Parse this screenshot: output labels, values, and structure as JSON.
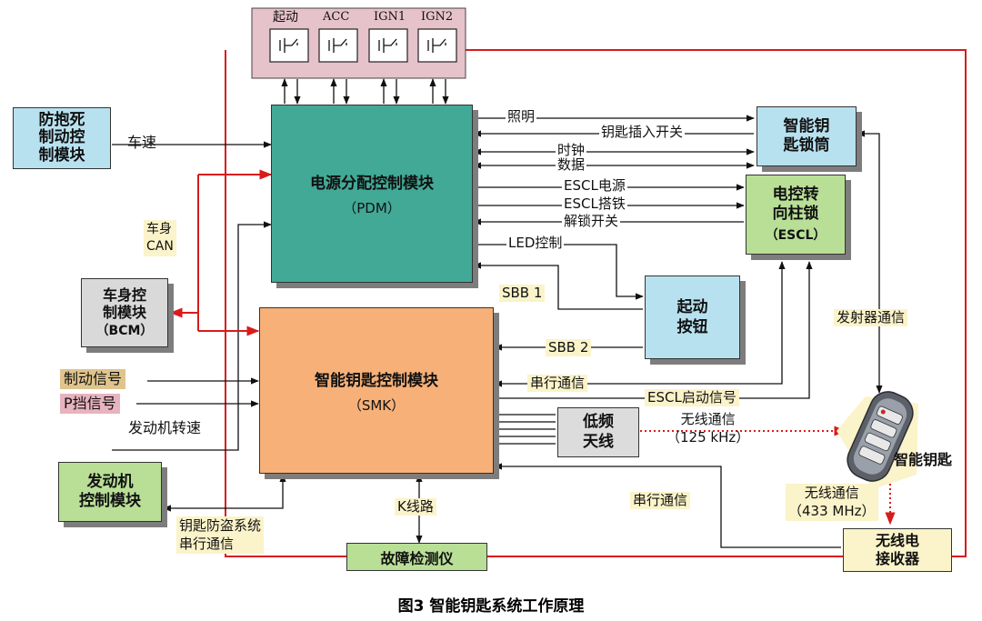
{
  "switch_panel": {
    "labels": [
      "起动",
      "ACC",
      "IGN1",
      "IGN2"
    ]
  },
  "modules": {
    "abs": "防抱死\n制动控\n制模块",
    "pdm": {
      "name": "电源分配控制模块",
      "abbr": "（PDM）"
    },
    "smk": {
      "name": "智能钥匙控制模块",
      "abbr": "（SMK）"
    },
    "key_cylinder": "智能钥\n匙锁筒",
    "escl": {
      "name": "电控转\n向柱锁",
      "abbr": "（ESCL）"
    },
    "start_button": "起动\n按钮",
    "bcm": {
      "name": "车身控\n制模块",
      "abbr": "（BCM）"
    },
    "ecm": "发动机\n控制模块",
    "lf_antenna": "低频\n天线",
    "receiver": "无线电\n接收器",
    "diag_tool": "故障检测仪",
    "smart_key": "智能钥匙"
  },
  "signals": {
    "vehicle_speed": "车速",
    "body_can": "车身\nCAN",
    "lighting": "照明",
    "key_insert_switch": "钥匙插入开关",
    "clock": "时钟",
    "data": "数据",
    "escl_power": "ESCL电源",
    "escl_ground": "ESCL搭铁",
    "unlock_switch": "解锁开关",
    "led_control": "LED控制",
    "sbb1": "SBB  1",
    "sbb2": "SBB  2",
    "serial_comm": "串行通信",
    "escl_start_signal": "ESCL启动信号",
    "brake_signal": "制动信号",
    "p_gear_signal": "P挡信号",
    "engine_speed": "发动机转速",
    "wireless_lf": "无线通信\n（125 kHz）",
    "transmitter_comm": "发射器通信",
    "wireless_rf": "无线通信\n（433 MHz）",
    "serial_comm_2": "串行通信",
    "immobilizer_comm": "钥匙防盗系统\n串行通信",
    "k_line": "K线路"
  },
  "caption": "图3   智能钥匙系统工作原理"
}
